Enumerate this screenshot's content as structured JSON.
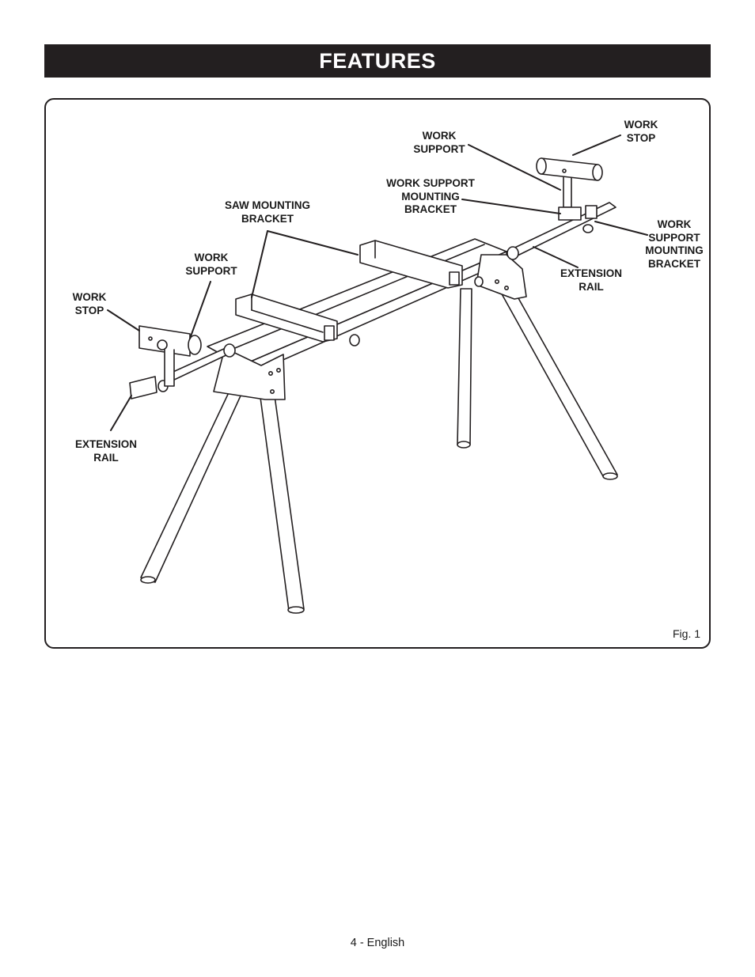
{
  "header": {
    "title": "FEATURES"
  },
  "figure": {
    "caption": "Fig. 1",
    "labels": {
      "work_stop_right": "WORK\nSTOP",
      "work_support_right": "WORK\nSUPPORT",
      "work_support_mounting_bracket_top": "WORK SUPPORT\nMOUNTING\nBRACKET",
      "work_support_mounting_bracket_right": "WORK\nSUPPORT\nMOUNTING\nBRACKET",
      "saw_mounting_bracket": "SAW MOUNTING\nBRACKET",
      "work_support_left": "WORK\nSUPPORT",
      "extension_rail_right": "EXTENSION\nRAIL",
      "work_stop_left": "WORK\nSTOP",
      "extension_rail_left": "EXTENSION\nRAIL"
    }
  },
  "footer": {
    "page_label": "4 - English"
  }
}
